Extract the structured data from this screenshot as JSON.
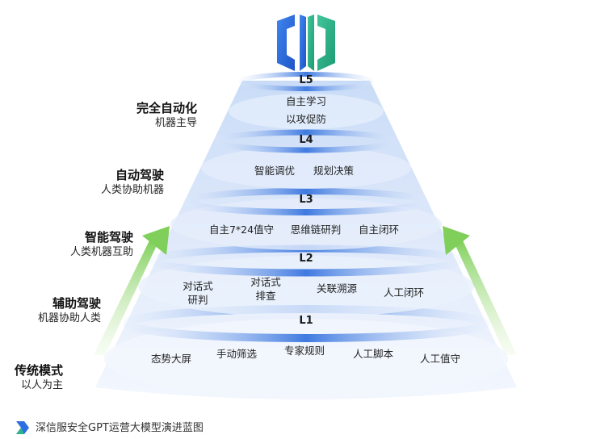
{
  "levels": [
    {
      "code": "L5",
      "name": "完全自动化",
      "desc": "机器主导",
      "items": [
        "自主学习",
        "以攻促防"
      ]
    },
    {
      "code": "L4",
      "name": "自动驾驶",
      "desc": "人类协助机器",
      "items": [
        "智能调优",
        "规划决策"
      ]
    },
    {
      "code": "L3",
      "name": "智能驾驶",
      "desc": "人类机器互助",
      "items": [
        "自主7*24值守",
        "思维链研判",
        "自主闭环"
      ]
    },
    {
      "code": "L2",
      "name": "辅助驾驶",
      "desc": "机器协助人类",
      "items": [
        "对话式\n研判",
        "对话式\n排查",
        "关联溯源",
        "人工闭环"
      ]
    },
    {
      "code": "L1",
      "name": "传统模式",
      "desc": "以人为主",
      "items": [
        "态势大屏",
        "手动筛选",
        "专家规则",
        "人工脚本",
        "人工值守"
      ]
    }
  ],
  "caption": "深信服安全GPT运营大模型演进蓝图",
  "icons": {
    "logo": "cube-logo-icon",
    "caption": "chevron-logo-icon",
    "arrows": "up-arrow-icon"
  },
  "colors": {
    "tier_light": "#eef4fd",
    "tier_mid": "#b7cff3",
    "ring": "#4f86e0",
    "arrow": "#8fd16a",
    "logo_blue": "#2d6fe0",
    "logo_green": "#2fb38a"
  }
}
